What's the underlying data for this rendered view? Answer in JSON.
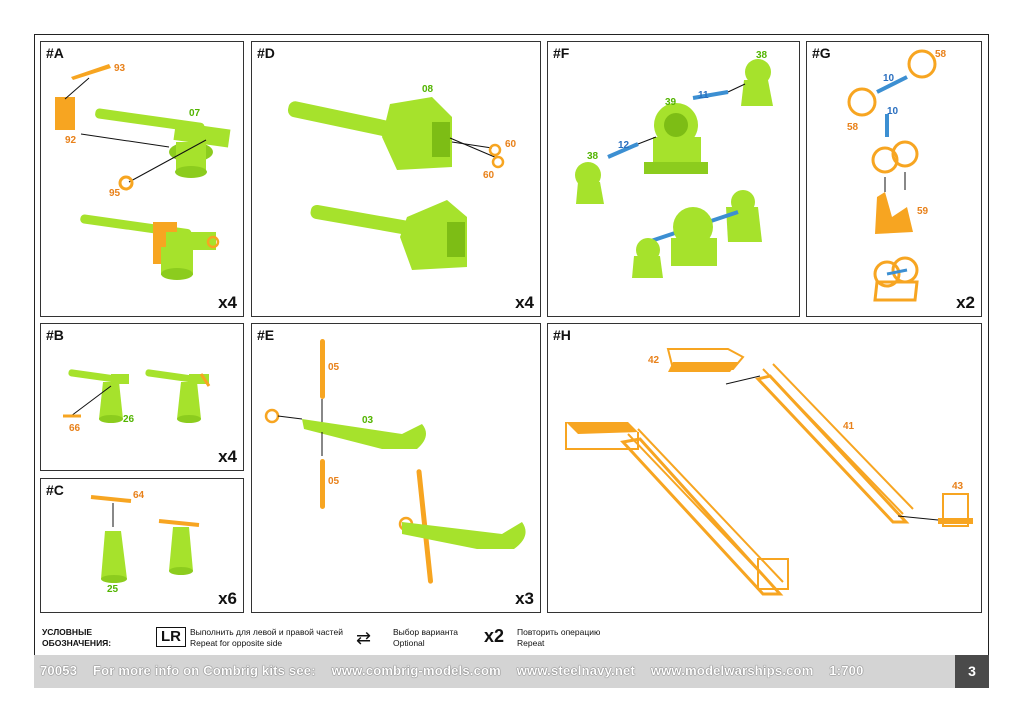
{
  "panels": {
    "A": {
      "label": "#A",
      "mult": "x4",
      "parts": {
        "p93": "93",
        "p92": "92",
        "p07": "07",
        "p95": "95"
      }
    },
    "D": {
      "label": "#D",
      "mult": "x4",
      "parts": {
        "p08": "08",
        "p60a": "60",
        "p60b": "60"
      }
    },
    "F": {
      "label": "#F",
      "parts": {
        "p38a": "38",
        "p11": "11",
        "p39": "39",
        "p12": "12",
        "p38b": "38"
      }
    },
    "G": {
      "label": "#G",
      "mult": "x2",
      "parts": {
        "p10a": "10",
        "p58a": "58",
        "p58b": "58",
        "p10b": "10",
        "p59": "59"
      }
    },
    "B": {
      "label": "#B",
      "mult": "x4",
      "parts": {
        "p66": "66",
        "p26": "26"
      }
    },
    "E": {
      "label": "#E",
      "mult": "x3",
      "parts": {
        "p05a": "05",
        "p03": "03",
        "p05b": "05"
      }
    },
    "H": {
      "label": "#H",
      "parts": {
        "p42": "42",
        "p41": "41",
        "p43": "43"
      }
    },
    "C": {
      "label": "#C",
      "mult": "x6",
      "parts": {
        "p64": "64",
        "p25": "25"
      }
    }
  },
  "legend": {
    "title_ru": "УСЛОВНЫЕ",
    "title_ru2": "ОБОЗНАЧЕНИЯ:",
    "lr_icon": "LR",
    "lr_ru": "Выполнить для левой и правой частей",
    "lr_en": "Repeat for opposite side",
    "opt_icon": "⇄",
    "opt_ru": "Выбор варианта",
    "opt_en": "Optional",
    "rep_icon": "x2",
    "rep_ru": "Повторить операцию",
    "rep_en": "Repeat"
  },
  "footer": {
    "kit_number": "70053",
    "info_text": "For more info on Combrig kits see:",
    "url1": "www.combrig-models.com",
    "url2": "www.steelnavy.net",
    "url3": "www.modelwarships.com",
    "scale": "1:700",
    "page": "3"
  },
  "colors": {
    "green": "#a6e22c",
    "orange": "#f7a521",
    "blue": "#3c8fd2",
    "green_text": "#52b400",
    "orange_text": "#e8811a",
    "blue_text": "#2a6fbf"
  }
}
